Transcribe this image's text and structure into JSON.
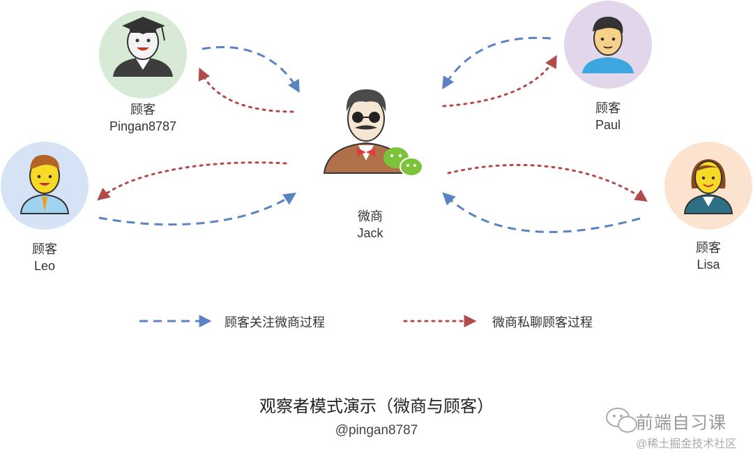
{
  "participants": {
    "merchant": {
      "role": "微商",
      "name": "Jack"
    },
    "pingan": {
      "role": "顾客",
      "name": "Pingan8787"
    },
    "paul": {
      "role": "顾客",
      "name": "Paul"
    },
    "leo": {
      "role": "顾客",
      "name": "Leo"
    },
    "lisa": {
      "role": "顾客",
      "name": "Lisa"
    }
  },
  "legend": {
    "follow": {
      "label": "顾客关注微商过程",
      "color": "#5b82c2",
      "style": "dashed"
    },
    "chat": {
      "label": "微商私聊顾客过程",
      "color": "#b24a4a",
      "style": "dotted"
    }
  },
  "title": "观察者模式演示（微商与顾客）",
  "author": "@pingan8787",
  "watermark": {
    "brand": "前端自习课",
    "sub": "@稀土掘金技术社区"
  },
  "icons": [
    "graduate-avatar-icon",
    "man-avatar-icon",
    "merchant-avatar-icon",
    "wechat-icon",
    "woman-avatar-icon"
  ],
  "colors": {
    "pingan_bg": "#d6ead6",
    "paul_bg": "#e2d6ea",
    "leo_bg": "#d6e2f5",
    "lisa_bg": "#fbe3cf",
    "avatar_yellow": "#f7d927",
    "merchant_coat": "#b0704a",
    "wechat_green": "#7bc43a"
  }
}
